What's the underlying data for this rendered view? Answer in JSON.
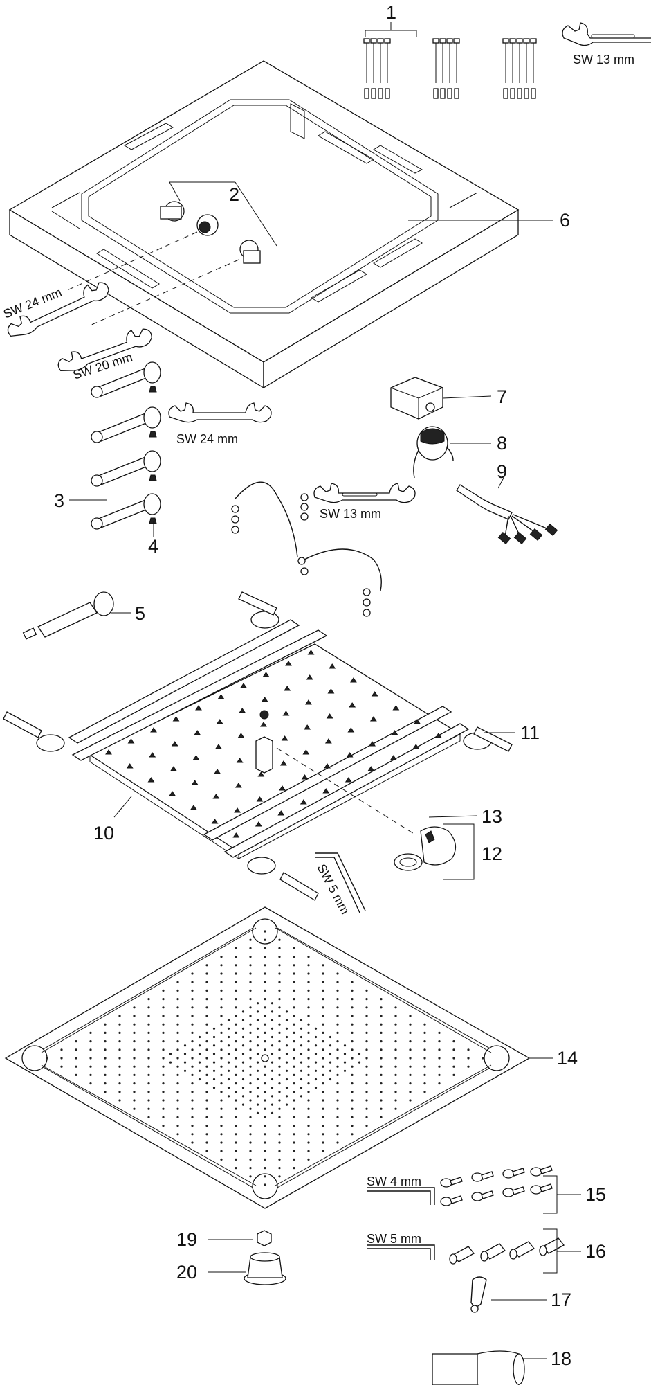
{
  "labels": {
    "p1": "1",
    "p2": "2",
    "p3": "3",
    "p4": "4",
    "p5": "5",
    "p6": "6",
    "p7": "7",
    "p8": "8",
    "p9": "9",
    "p10": "10",
    "p11": "11",
    "p12": "12",
    "p13": "13",
    "p14": "14",
    "p15": "15",
    "p16": "16",
    "p17": "17",
    "p18": "18",
    "p19": "19",
    "p20": "20"
  },
  "tools": {
    "sw13_top": "SW 13 mm",
    "sw24_left": "SW 24 mm",
    "sw20_left": "SW 20 mm",
    "sw24_mid": "SW 24 mm",
    "sw13_mid": "SW 13 mm",
    "sw5_hex": "SW 5 mm",
    "sw4_key": "SW 4 mm",
    "sw5_key": "SW 5 mm"
  }
}
